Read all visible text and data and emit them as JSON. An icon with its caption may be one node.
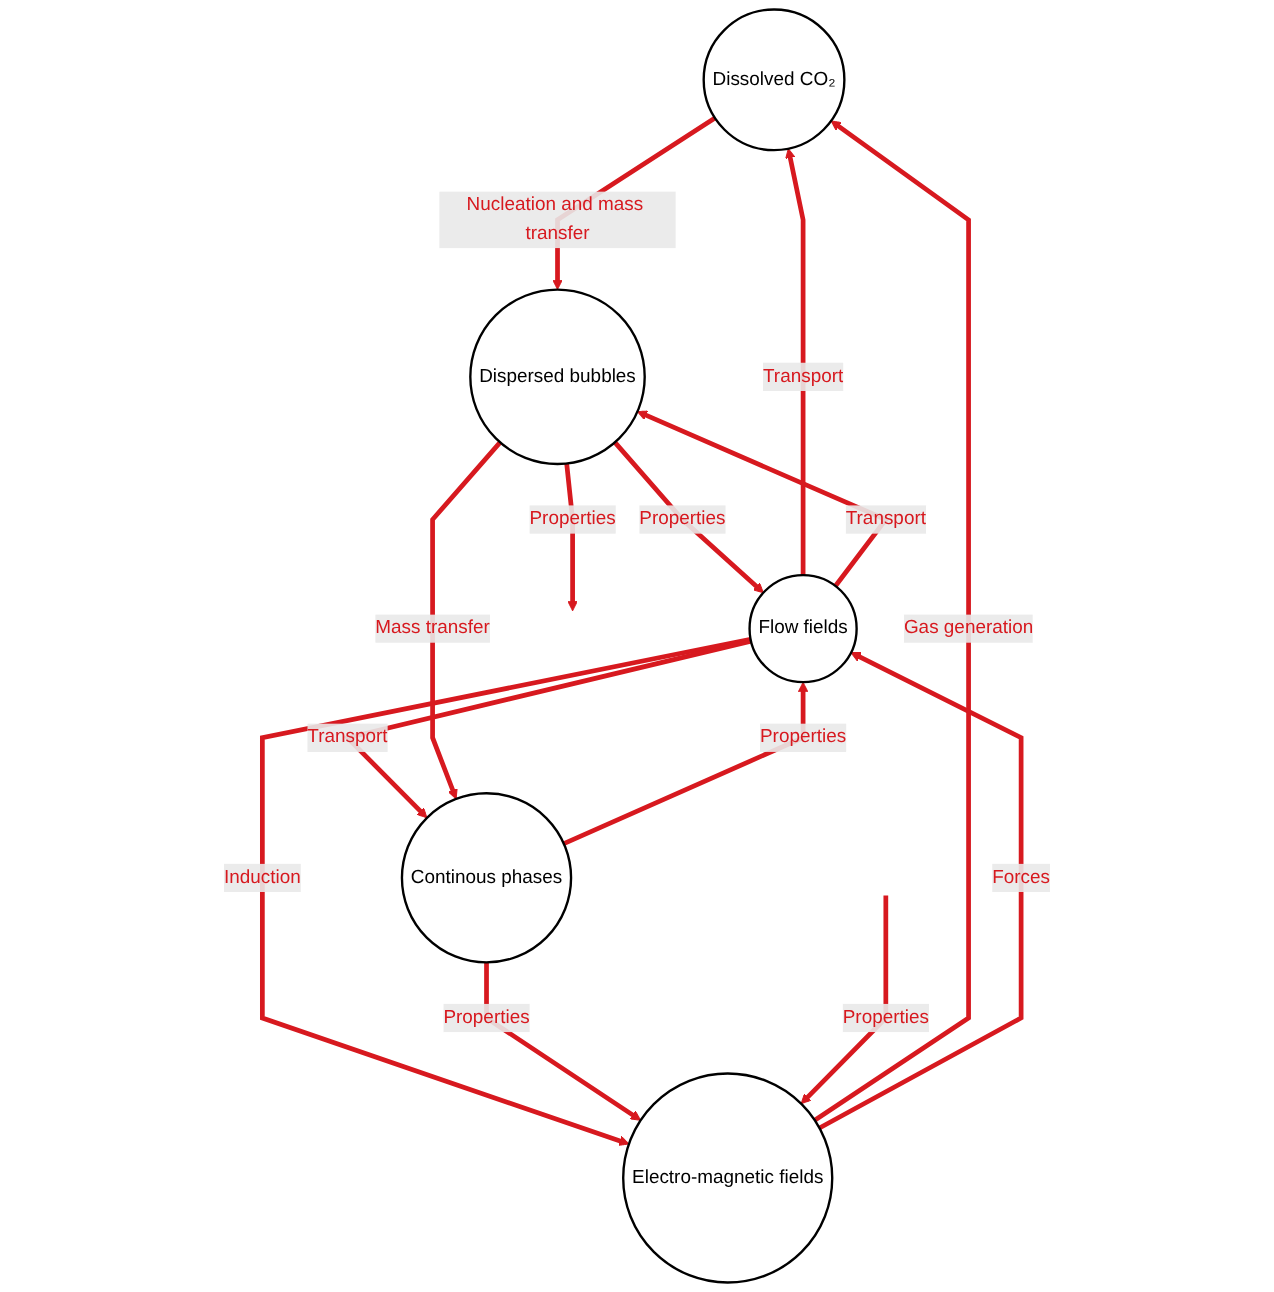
{
  "diagram": {
    "nodes": [
      {
        "text": [
          "Dissolved CO₂"
        ]
      },
      {
        "text": [
          "Electro-magnetic fields"
        ]
      },
      {
        "text": [
          "Flow fields"
        ]
      },
      {
        "text": [
          "Dispersed bubbles"
        ]
      },
      {
        "text": [
          "Continous phases"
        ]
      }
    ],
    "edges": [
      {
        "from": 1,
        "to": 0,
        "arrow": "to",
        "label": "Gas generation"
      },
      {
        "from": 0,
        "to": 3,
        "arrow": "to",
        "label": "Nucleation and mass transfer"
      },
      {
        "from": 2,
        "to": 0,
        "arrow": "to",
        "label": "Transport"
      },
      {
        "from": 2,
        "to": 1,
        "arrow": "to",
        "label": "Induction"
      },
      {
        "from": 1,
        "to": 2,
        "arrow": "to",
        "label": "Forces"
      },
      {
        "from": 4,
        "to": 1,
        "arrow": "to",
        "label": "Properties"
      },
      {
        "from": 3,
        "to": 2,
        "arrow": "to",
        "label": "Properties"
      },
      {
        "from": 2,
        "to": 3,
        "arrow": "to",
        "label": "Transport"
      },
      {
        "from": 2,
        "to": 4,
        "arrow": "to",
        "label": "Transport"
      },
      {
        "from": 4,
        "to": 2,
        "arrow": "to",
        "label": "Properties"
      },
      {
        "from": 3,
        "to": 4,
        "arrow": "to",
        "label": "Mass transfer"
      },
      {
        "from": null,
        "to": 1,
        "arrow": "to",
        "label": "Properties"
      },
      {
        "from": 3,
        "to": null,
        "arrow": "to",
        "label": "Properties"
      }
    ]
  }
}
